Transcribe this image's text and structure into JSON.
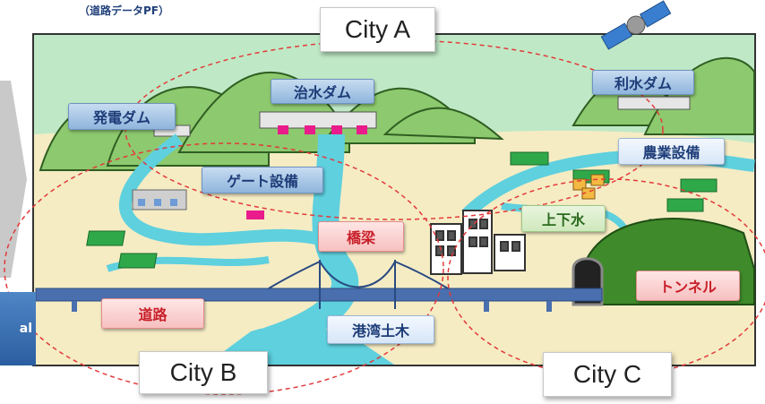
{
  "header": {
    "note": "（道路データPF）"
  },
  "side_tab": {
    "label": "al"
  },
  "cities": {
    "a": "City A",
    "b": "City B",
    "c": "City C"
  },
  "labels": {
    "chisui_dam": "治水ダム",
    "risui_dam": "利水ダム",
    "hatsuden_dam": "発電ダム",
    "gate": "ゲート設備",
    "nogyo": "農業設備",
    "josuido": "上下水",
    "kyoryo": "橋梁",
    "tunnel": "トンネル",
    "doro": "道路",
    "kowan": "港湾土木"
  },
  "colors": {
    "sky": "#bde8c4",
    "ground": "#f5ebc0",
    "water": "#5ed0de",
    "mountain": "#8dc96e",
    "road": "#4a6fae",
    "dashed_circle": "#e23a3a"
  }
}
